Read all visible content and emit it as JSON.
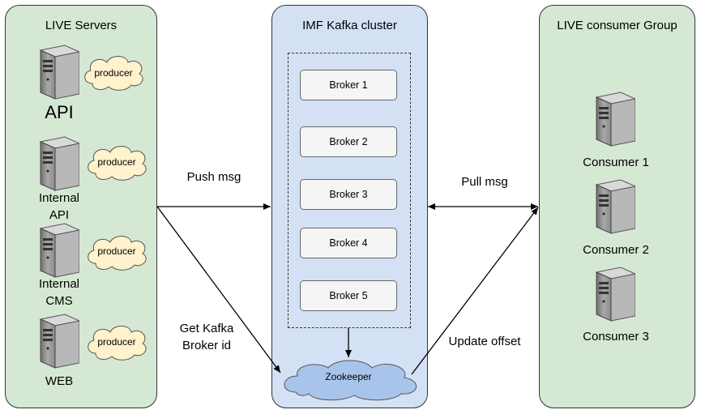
{
  "live_servers": {
    "title": "LIVE Servers",
    "servers": [
      {
        "label": "API",
        "producer": "producer"
      },
      {
        "label": "Internal\nAPI",
        "producer": "producer"
      },
      {
        "label": "Internal\nCMS",
        "producer": "producer"
      },
      {
        "label": "WEB",
        "producer": "producer"
      }
    ]
  },
  "kafka": {
    "title": "IMF Kafka cluster",
    "brokers": [
      "Broker 1",
      "Broker 2",
      "Broker 3",
      "Broker 4",
      "Broker 5"
    ],
    "zookeeper": "Zookeeper"
  },
  "consumers": {
    "title": "LIVE consumer Group",
    "items": [
      "Consumer 1",
      "Consumer 2",
      "Consumer 3"
    ]
  },
  "edges": {
    "push": "Push msg",
    "pull": "Pull msg",
    "get_broker": "Get Kafka\nBroker id",
    "update_offset": "Update offset"
  }
}
